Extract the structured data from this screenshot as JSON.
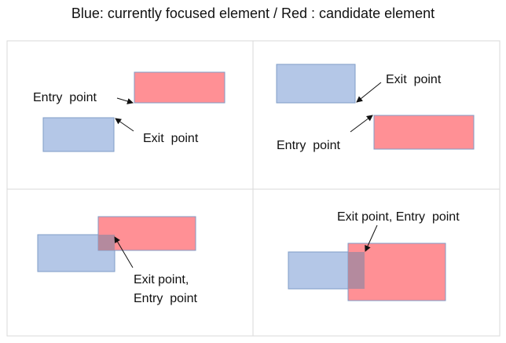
{
  "title": "Blue: currently focused element / Red : candidate element",
  "colors": {
    "focused_fill": "#b4c7e7",
    "focused_stroke": "#7f9cc7",
    "candidate_fill": "#ff9095",
    "candidate_stroke": "#7f9cc7",
    "overlap_fill": "#b48a9e",
    "grid_line": "#dadada",
    "arrow": "#111111"
  },
  "panels": [
    {
      "labels": [
        "Entry  point",
        "Exit  point"
      ]
    },
    {
      "labels": [
        "Exit  point",
        "Entry  point"
      ]
    },
    {
      "labels": [
        "Exit point,",
        "Entry  point"
      ]
    },
    {
      "labels": [
        "Exit point, Entry  point"
      ]
    }
  ]
}
